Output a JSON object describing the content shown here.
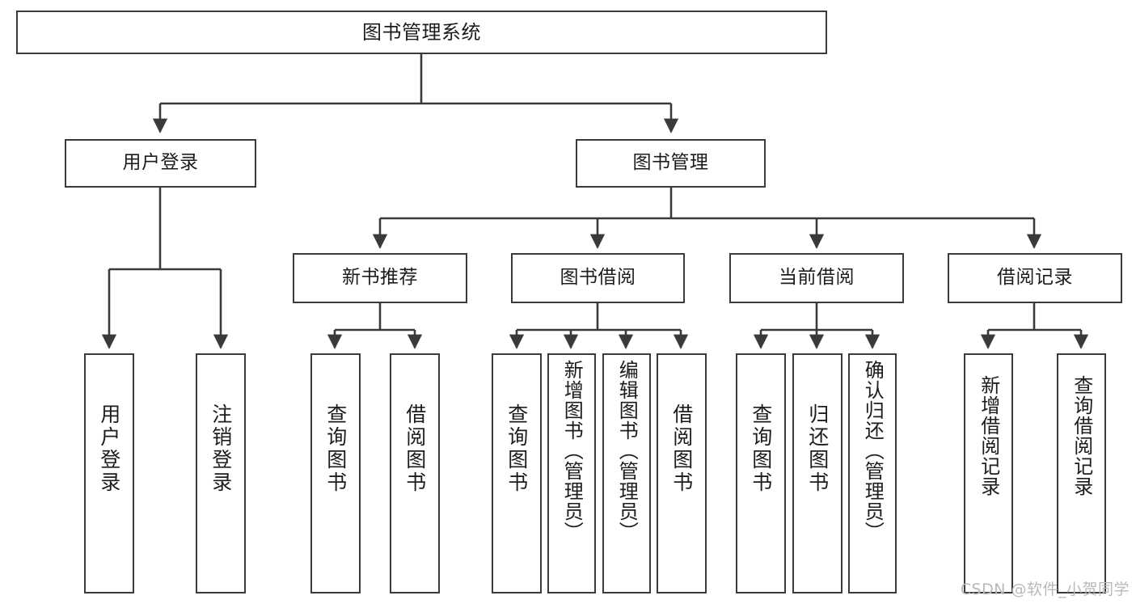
{
  "diagram": {
    "type": "tree-hierarchy",
    "title": "图书管理系统",
    "watermark": "CSDN @软件_小贺同学",
    "colors": {
      "stroke": "#3a3a3a",
      "fill": "#ffffff",
      "text": "#1c1c1c",
      "watermark": "#b9b9b9"
    },
    "nodes": {
      "root": {
        "label": "图书管理系统",
        "level": 1
      },
      "level2": [
        {
          "id": "user-login",
          "label": "用户登录"
        },
        {
          "id": "book-manage",
          "label": "图书管理"
        }
      ],
      "level3": [
        {
          "id": "new-book-recommend",
          "label": "新书推荐"
        },
        {
          "id": "book-borrow",
          "label": "图书借阅"
        },
        {
          "id": "current-borrow",
          "label": "当前借阅"
        },
        {
          "id": "borrow-record",
          "label": "借阅记录"
        }
      ],
      "leaves": {
        "user-login": [
          {
            "id": "leaf-user-login",
            "label": "用户登录"
          },
          {
            "id": "leaf-logout-login",
            "label": "注销登录"
          }
        ],
        "new-book-recommend": [
          {
            "id": "leaf-query-book-1",
            "label": "查询图书"
          },
          {
            "id": "leaf-borrow-book-1",
            "label": "借阅图书"
          }
        ],
        "book-borrow": [
          {
            "id": "leaf-query-book-2",
            "label": "查询图书"
          },
          {
            "id": "leaf-add-book",
            "label": "新增图书（管理员）"
          },
          {
            "id": "leaf-edit-book",
            "label": "编辑图书（管理员）"
          },
          {
            "id": "leaf-borrow-book-2",
            "label": "借阅图书"
          }
        ],
        "current-borrow": [
          {
            "id": "leaf-query-book-3",
            "label": "查询图书"
          },
          {
            "id": "leaf-return-book",
            "label": "归还图书"
          },
          {
            "id": "leaf-confirm-return",
            "label": "确认归还（管理员）"
          }
        ],
        "borrow-record": [
          {
            "id": "leaf-add-record",
            "label": "新增借阅记录"
          },
          {
            "id": "leaf-query-record",
            "label": "查询借阅记录"
          }
        ]
      }
    }
  }
}
